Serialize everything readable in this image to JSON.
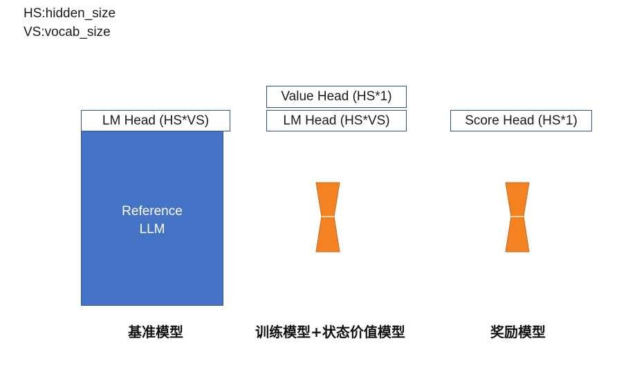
{
  "legend": {
    "line1": "HS:hidden_size",
    "line2": "VS:vocab_size"
  },
  "reference_model": {
    "head_label": "LM Head (HS*VS)",
    "body_line1": "Reference",
    "body_line2": "LLM",
    "caption": "基准模型",
    "color": "#4472c4"
  },
  "training_model": {
    "value_head_label": "Value Head (HS*1)",
    "lm_head_label": "LM Head (HS*VS)",
    "caption": "训练模型+状态价值模型",
    "icon": "hourglass-icon",
    "color": "#f58220"
  },
  "reward_model": {
    "score_head_label": "Score Head (HS*1)",
    "caption": "奖励模型",
    "icon": "hourglass-icon",
    "color": "#f58220"
  }
}
